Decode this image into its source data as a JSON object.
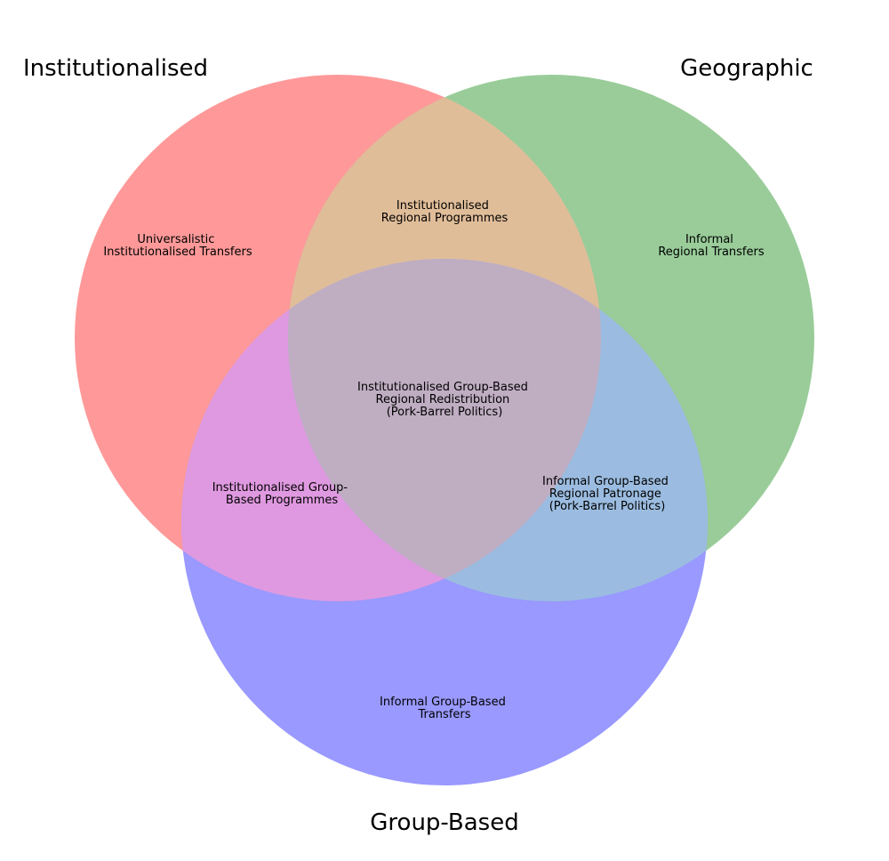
{
  "diagram": {
    "type": "venn-3",
    "sets": [
      {
        "id": "institutionalised",
        "title": "Institutionalised",
        "color": "#ff9999"
      },
      {
        "id": "geographic",
        "title": "Geographic",
        "color": "#99cc99"
      },
      {
        "id": "group_based",
        "title": "Group-Based",
        "color": "#9999ff"
      }
    ],
    "regions": {
      "institutionalised_only": [
        "Universalistic",
        "Institutionalised Transfers"
      ],
      "geographic_only": [
        "Informal",
        "Regional Transfers"
      ],
      "group_based_only": [
        "Informal Group-Based",
        "Transfers"
      ],
      "institutionalised_geographic": [
        "Institutionalised",
        "Regional Programmes"
      ],
      "institutionalised_group_based": [
        "Institutionalised Group-",
        "Based Programmes"
      ],
      "geographic_group_based": [
        "Informal Group-Based",
        "Regional Patronage",
        "(Pork-Barrel Politics)"
      ],
      "all_three": [
        "Institutionalised Group-Based",
        "Regional Redistribution",
        "(Pork-Barrel Politics)"
      ]
    },
    "region_colors": {
      "institutionalised_geographic": "#e0bd99",
      "institutionalised_group_based": "#df99e0",
      "geographic_group_based": "#9bbce0",
      "all_three": "#bfadc2"
    }
  }
}
